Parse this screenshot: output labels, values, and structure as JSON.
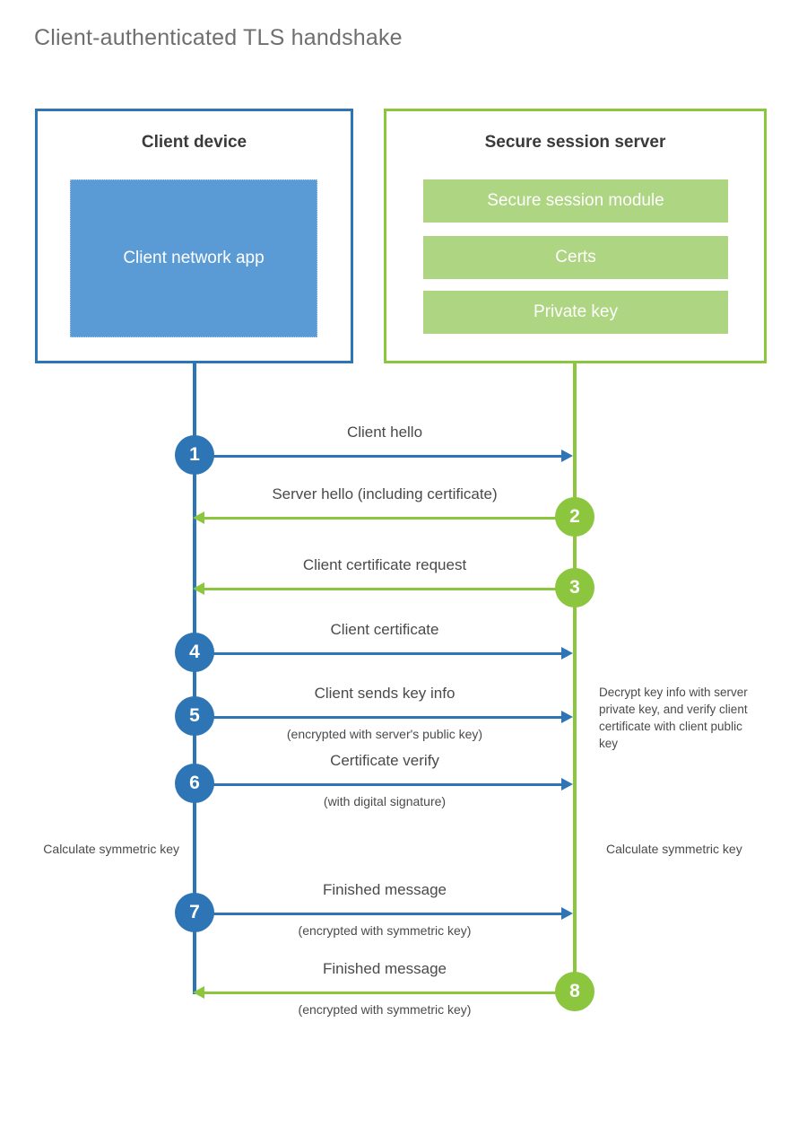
{
  "title": "Client-authenticated TLS handshake",
  "colors": {
    "client_blue": "#2e75b6",
    "client_module_blue": "#5b9bd5",
    "server_green": "#8cc63f",
    "server_module_green": "#aed581",
    "title_gray": "#6f6f6f",
    "text_gray": "#4a4a4a",
    "background": "#ffffff"
  },
  "actors": {
    "client": {
      "title": "Client device",
      "modules": [
        "Client network app"
      ]
    },
    "server": {
      "title": "Secure session server",
      "modules": [
        "Secure session module",
        "Certs",
        "Private key"
      ]
    }
  },
  "messages": [
    {
      "number": "1",
      "label": "Client hello",
      "sublabel": "",
      "direction": "to-server"
    },
    {
      "number": "2",
      "label": "Server hello (including certificate)",
      "sublabel": "",
      "direction": "to-client"
    },
    {
      "number": "3",
      "label": "Client certificate request",
      "sublabel": "",
      "direction": "to-client"
    },
    {
      "number": "4",
      "label": "Client certificate",
      "sublabel": "",
      "direction": "to-server"
    },
    {
      "number": "5",
      "label": "Client sends key info",
      "sublabel": "(encrypted with server's public key)",
      "direction": "to-server"
    },
    {
      "number": "6",
      "label": "Certificate verify",
      "sublabel": "(with digital signature)",
      "direction": "to-server"
    },
    {
      "number": "7",
      "label": "Finished message",
      "sublabel": "(encrypted with symmetric key)",
      "direction": "to-server"
    },
    {
      "number": "8",
      "label": "Finished message",
      "sublabel": "(encrypted with symmetric key)",
      "direction": "to-client"
    }
  ],
  "notes": {
    "server_decrypt": "Decrypt key info with server private key, and verify client certificate with client public key",
    "client_symmetric_key": "Calculate symmetric key",
    "server_symmetric_key": "Calculate symmetric key"
  },
  "chart_data": {
    "type": "diagram",
    "diagram_kind": "sequence",
    "title": "Client-authenticated TLS handshake",
    "lifelines": [
      "Client device",
      "Secure session server"
    ],
    "steps": [
      {
        "n": 1,
        "from": "client",
        "to": "server",
        "text": "Client hello"
      },
      {
        "n": 2,
        "from": "server",
        "to": "client",
        "text": "Server hello (including certificate)"
      },
      {
        "n": 3,
        "from": "server",
        "to": "client",
        "text": "Client certificate request"
      },
      {
        "n": 4,
        "from": "client",
        "to": "server",
        "text": "Client certificate"
      },
      {
        "n": 5,
        "from": "client",
        "to": "server",
        "text": "Client sends key info",
        "note": "(encrypted with server's public key)"
      },
      {
        "n": 6,
        "from": "client",
        "to": "server",
        "text": "Certificate verify",
        "note": "(with digital signature)"
      },
      {
        "n": 7,
        "from": "client",
        "to": "server",
        "text": "Finished message",
        "note": "(encrypted with symmetric key)"
      },
      {
        "n": 8,
        "from": "server",
        "to": "client",
        "text": "Finished message",
        "note": "(encrypted with symmetric key)"
      }
    ]
  }
}
